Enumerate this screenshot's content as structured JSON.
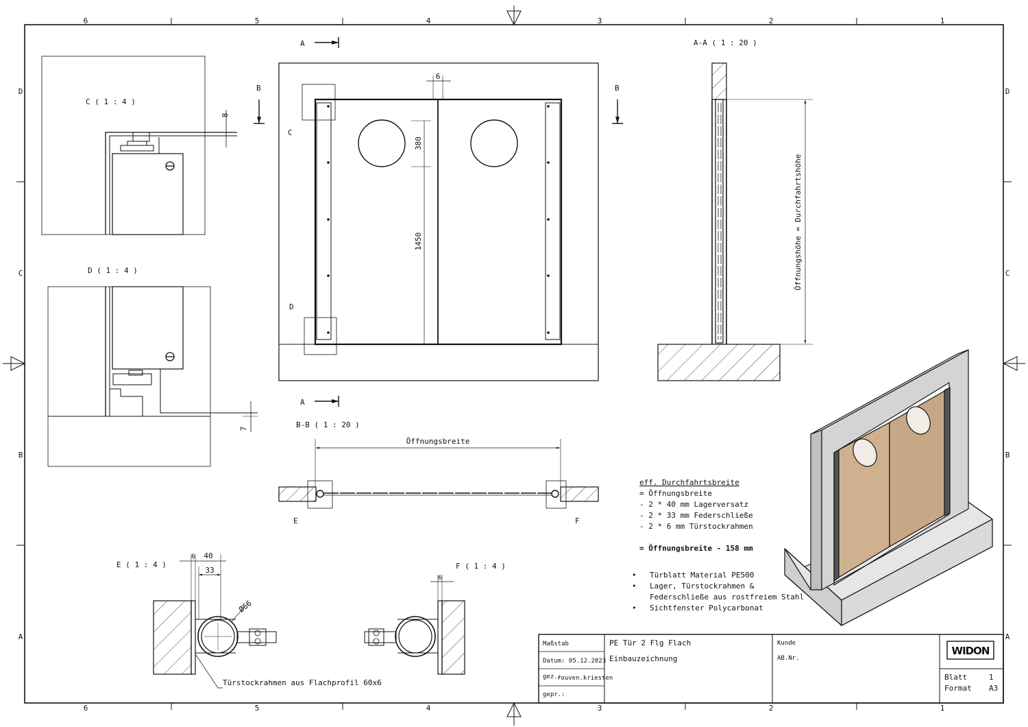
{
  "grid": {
    "cols": [
      "6",
      "5",
      "4",
      "3",
      "2",
      "1"
    ],
    "rows": [
      "D",
      "C",
      "B",
      "A"
    ]
  },
  "views": {
    "detail_c": "C ( 1 : 4 )",
    "detail_d": "D ( 1 : 4 )",
    "detail_e": "E ( 1 : 4 )",
    "detail_f": "F ( 1 : 4 )",
    "section_aa": "A-A ( 1 : 20 )",
    "section_bb": "B-B ( 1 : 20 )"
  },
  "markers": {
    "a": "A",
    "b": "B",
    "c": "C",
    "d": "D",
    "e": "E",
    "f": "F"
  },
  "dims": {
    "c_gap": "8",
    "d_gap": "7",
    "frame_top": "6",
    "window": "380",
    "window_height": "1450",
    "opening_height": "Öffnungshöhe = Durchfahrtshöhe",
    "opening_width": "Öffnungsbreite",
    "e_6": "6",
    "e_40": "40",
    "e_33": "33",
    "e_dia": "Ø66",
    "f_6": "6",
    "flat_profile": "Türstockrahmen aus Flachprofil 60x6"
  },
  "notes": {
    "heading": "eff. Durchfahrtsbreite",
    "lines": [
      "= Öffnungsbreite",
      "- 2 * 40 mm Lagerversatz",
      "- 2 * 33 mm Federschließe",
      "- 2 * 6 mm Türstockrahmen"
    ],
    "result": "= Öffnungsbreite - 158 mm",
    "bullets": [
      "Türblatt Material PE500",
      "Lager, Türstockrahmen &",
      "Federschließe aus rostfreiem Stahl",
      "Sichtfenster Polycarbonat"
    ],
    "bullet_glyph": "•"
  },
  "title_block": {
    "scale_label": "Maßstab",
    "date": "Datum: 05.12.2023",
    "drawn_label": "gez.:",
    "drawn_by": "rouven.kriesten",
    "checked": "gepr.:",
    "title": "PE Tür 2 Flg Flach",
    "subtitle": "Einbauzeichnung",
    "customer": "Kunde",
    "order": "AB.Nr.",
    "logo": "WIDON",
    "sheet_label": "Blatt",
    "sheet_value": "1",
    "format_label": "Format",
    "format_value": "A3"
  },
  "colors": {
    "line": "#111111",
    "iso_frame": "#dcdcdc",
    "iso_door": "#cfb08f",
    "iso_window": "#f1ede6"
  }
}
